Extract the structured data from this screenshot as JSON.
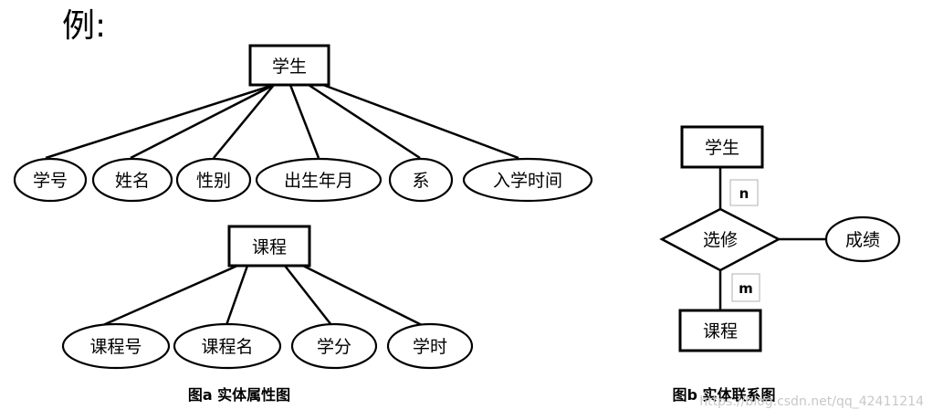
{
  "heading": "例:",
  "figure_a": {
    "caption": "图a  实体属性图",
    "student": {
      "entity": "学生",
      "attributes": [
        "学号",
        "姓名",
        "性别",
        "出生年月",
        "系",
        "入学时间"
      ]
    },
    "course": {
      "entity": "课程",
      "attributes": [
        "课程号",
        "课程名",
        "学分",
        "学时"
      ]
    }
  },
  "figure_b": {
    "caption": "图b  实体联系图",
    "entity_top": "学生",
    "relationship": "选修",
    "entity_bottom": "课程",
    "relationship_attribute": "成绩",
    "cardinality_top": "n",
    "cardinality_bottom": "m"
  },
  "watermark": "https://blog.csdn.net/qq_42411214"
}
